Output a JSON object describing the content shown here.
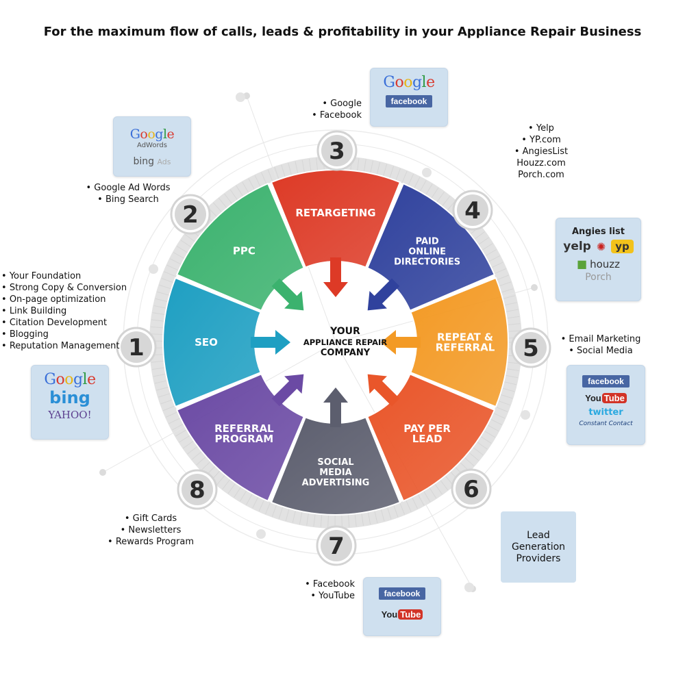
{
  "title": "For the maximum flow of calls, leads & profitability in your Appliance Repair Business",
  "center": {
    "line1": "YOUR",
    "line2": "APPLIANCE REPAIR",
    "line3": "COMPANY"
  },
  "segments": [
    {
      "key": "seo",
      "lines": [
        "SEO"
      ],
      "color": "#1e9fc2"
    },
    {
      "key": "ppc",
      "lines": [
        "PPC"
      ],
      "color": "#3bb26e"
    },
    {
      "key": "retargeting",
      "lines": [
        "RETARGETING"
      ],
      "color": "#dd3a26"
    },
    {
      "key": "paid-online-directories",
      "lines": [
        "PAID",
        "ONLINE",
        "DIRECTORIES"
      ],
      "color": "#30429d"
    },
    {
      "key": "repeat-referral",
      "lines": [
        "REPEAT &",
        "REFERRAL"
      ],
      "color": "#f39a25"
    },
    {
      "key": "pay-per-lead",
      "lines": [
        "PAY PER",
        "LEAD"
      ],
      "color": "#e9562a"
    },
    {
      "key": "social-media-advertising",
      "lines": [
        "SOCIAL",
        "MEDIA",
        "ADVERTISING"
      ],
      "color": "#5c5e6e"
    },
    {
      "key": "referral-program",
      "lines": [
        "REFERRAL",
        "PROGRAM"
      ],
      "color": "#6b4aa4"
    }
  ],
  "numbers": [
    "1",
    "2",
    "3",
    "4",
    "5",
    "6",
    "7",
    "8"
  ],
  "info": {
    "seo": [
      "Your Foundation",
      "Strong Copy & Conversion",
      "On-page optimization",
      "Link Building",
      "Citation Development",
      "Blogging",
      "Reputation Management"
    ],
    "ppc": [
      "Google Ad Words",
      "Bing Search"
    ],
    "retargeting": [
      "Google",
      "Facebook"
    ],
    "directories": [
      "Yelp",
      "YP.com",
      "AngiesList"
    ],
    "directories_extra": [
      "Houzz.com",
      "Porch.com"
    ],
    "repeat": [
      "Email Marketing",
      "Social Media"
    ],
    "referral": [
      "Gift Cards",
      "Newsletters",
      "Rewards Program"
    ],
    "social": [
      "Facebook",
      "YouTube"
    ]
  },
  "lead_box": [
    "Lead",
    "Generation",
    "Providers"
  ],
  "logos": {
    "google": "Google",
    "adwords": "AdWords",
    "bing": "bing",
    "ads": "Ads",
    "bing_plain": "bing",
    "yahoo": "YAHOO!",
    "facebook": "facebook",
    "you": "You",
    "tube": "Tube",
    "twitter": "twitter",
    "constant_contact": "Constant Contact",
    "angies_list": "Angies list",
    "yelp": "yelp",
    "yp": "yp",
    "houzz": "houzz",
    "porch": "Porch"
  }
}
